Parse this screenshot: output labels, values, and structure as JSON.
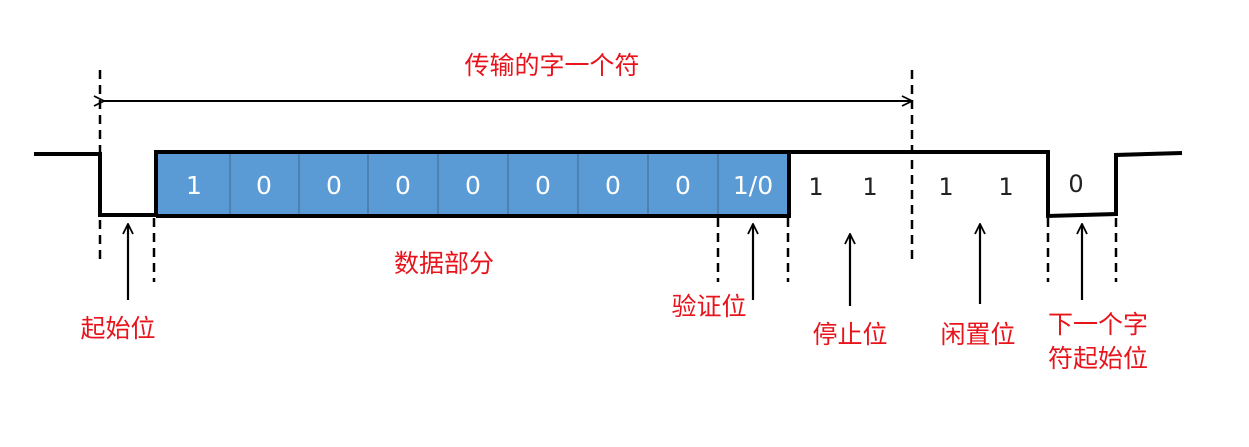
{
  "title": "传输的字一个符",
  "data_bits": [
    "1",
    "0",
    "0",
    "0",
    "0",
    "0",
    "0",
    "0"
  ],
  "parity_bit": "1/0",
  "stop_bits": [
    "1",
    "1"
  ],
  "idle_bits": [
    "1",
    "1"
  ],
  "next_start_bit": "0",
  "labels": {
    "data_part": "数据部分",
    "start_bit": "起始位",
    "parity": "验证位",
    "stop": "停止位",
    "idle": "闲置位",
    "next_start_line1": "下一个字",
    "next_start_line2": "符起始位"
  },
  "colors": {
    "data_fill": "#5b9bd5",
    "label_red": "#e8141c",
    "line": "#000000"
  }
}
